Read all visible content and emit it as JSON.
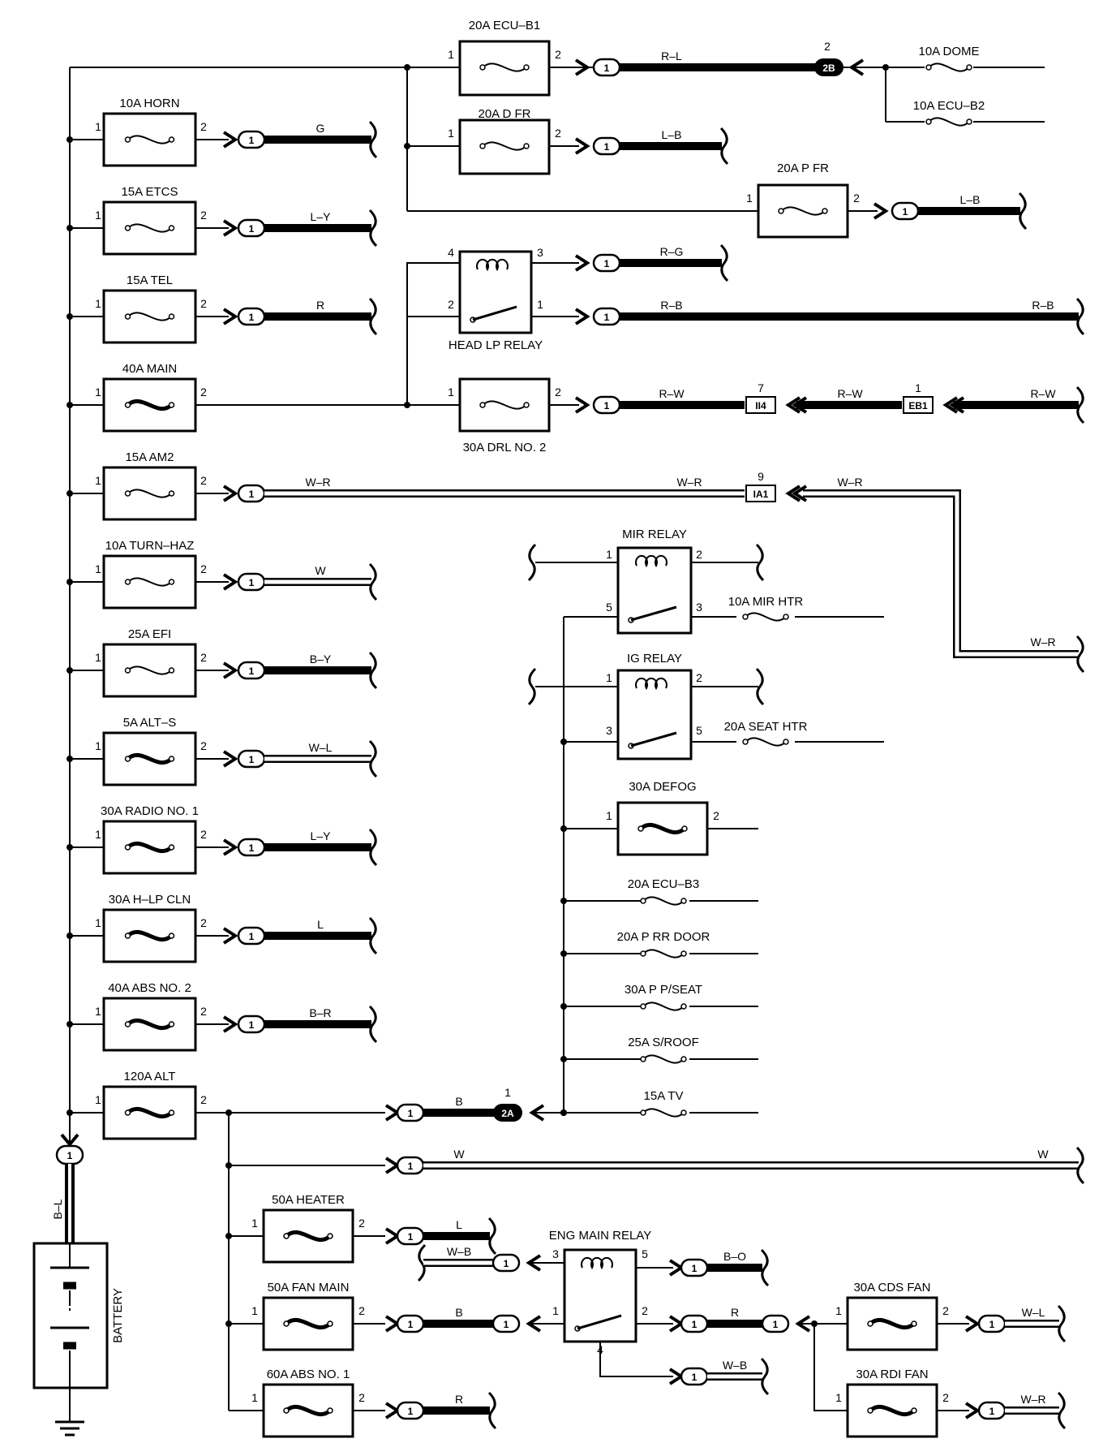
{
  "fuses_left": [
    {
      "label": "10A HORN",
      "wire": "G",
      "wire_style": "thick"
    },
    {
      "label": "15A ETCS",
      "wire": "L–Y",
      "wire_style": "thick"
    },
    {
      "label": "15A TEL",
      "wire": "R",
      "wire_style": "thick"
    },
    {
      "label": "40A MAIN",
      "wire": "",
      "wire_style": "none"
    },
    {
      "label": "15A AM2",
      "wire": "W–R",
      "wire_style": "hollow"
    },
    {
      "label": "10A TURN–HAZ",
      "wire": "W",
      "wire_style": "hollow"
    },
    {
      "label": "25A EFI",
      "wire": "B–Y",
      "wire_style": "thick"
    },
    {
      "label": "5A ALT–S",
      "wire": "W–L",
      "wire_style": "hollow"
    },
    {
      "label": "30A RADIO NO. 1",
      "wire": "L–Y",
      "wire_style": "thick"
    },
    {
      "label": "30A H–LP CLN",
      "wire": "L",
      "wire_style": "thick"
    },
    {
      "label": "40A ABS NO. 2",
      "wire": "B–R",
      "wire_style": "thick"
    },
    {
      "label": "120A ALT",
      "wire": "B",
      "wire_style": "thick"
    }
  ],
  "top_right": {
    "ecu_b1": {
      "label": "20A ECU–B1",
      "wire": "R–L",
      "connector": "2B",
      "pin": "2"
    },
    "dome": "10A DOME",
    "ecu_b2": "10A ECU–B2",
    "d_fr": {
      "label": "20A D FR",
      "wire": "L–B"
    },
    "p_fr": {
      "label": "20A P FR",
      "wire": "L–B"
    }
  },
  "head_lp_relay": {
    "label": "HEAD LP RELAY",
    "wire_3": "R–G",
    "wire_1": "R–B",
    "wire_1_end": "R–B"
  },
  "drl": {
    "label": "30A DRL NO. 2",
    "wire": "R–W",
    "c1": "II4",
    "c1_pin": "7",
    "c2": "EB1",
    "c2_pin": "1"
  },
  "am2_path": {
    "wire_mid": "W–R",
    "connector": "IA1",
    "pin": "9",
    "wire_after": "W–R",
    "wire_end": "W–R"
  },
  "mir_relay": {
    "label": "MIR RELAY",
    "fuse": "10A MIR HTR"
  },
  "ig_relay": {
    "label": "IG RELAY",
    "fuse": "20A SEAT HTR"
  },
  "defog": "30A DEFOG",
  "bus_fuses": [
    "20A ECU–B3",
    "20A P RR DOOR",
    "30A P P/SEAT",
    "25A S/ROOF",
    "15A TV"
  ],
  "alt_path": {
    "wire": "B",
    "connector": "2A",
    "pin": "1",
    "w_wire": "W",
    "w_wire_end": "W"
  },
  "heater": {
    "label": "50A HEATER",
    "wire": "L"
  },
  "fan_main": {
    "label": "50A FAN MAIN",
    "wire": "B"
  },
  "abs1": {
    "label": "60A ABS NO. 1",
    "wire": "R"
  },
  "eng_relay": {
    "label": "ENG MAIN RELAY",
    "wire_in": "W–B",
    "wire_5": "B–O",
    "wire_2": "R",
    "wire_4": "W–B"
  },
  "cds_fan": {
    "label": "30A CDS FAN",
    "wire": "W–L"
  },
  "rdi_fan": {
    "label": "30A RDI FAN",
    "wire": "W–R"
  },
  "battery": {
    "label": "BATTERY",
    "wire": "B–L"
  }
}
